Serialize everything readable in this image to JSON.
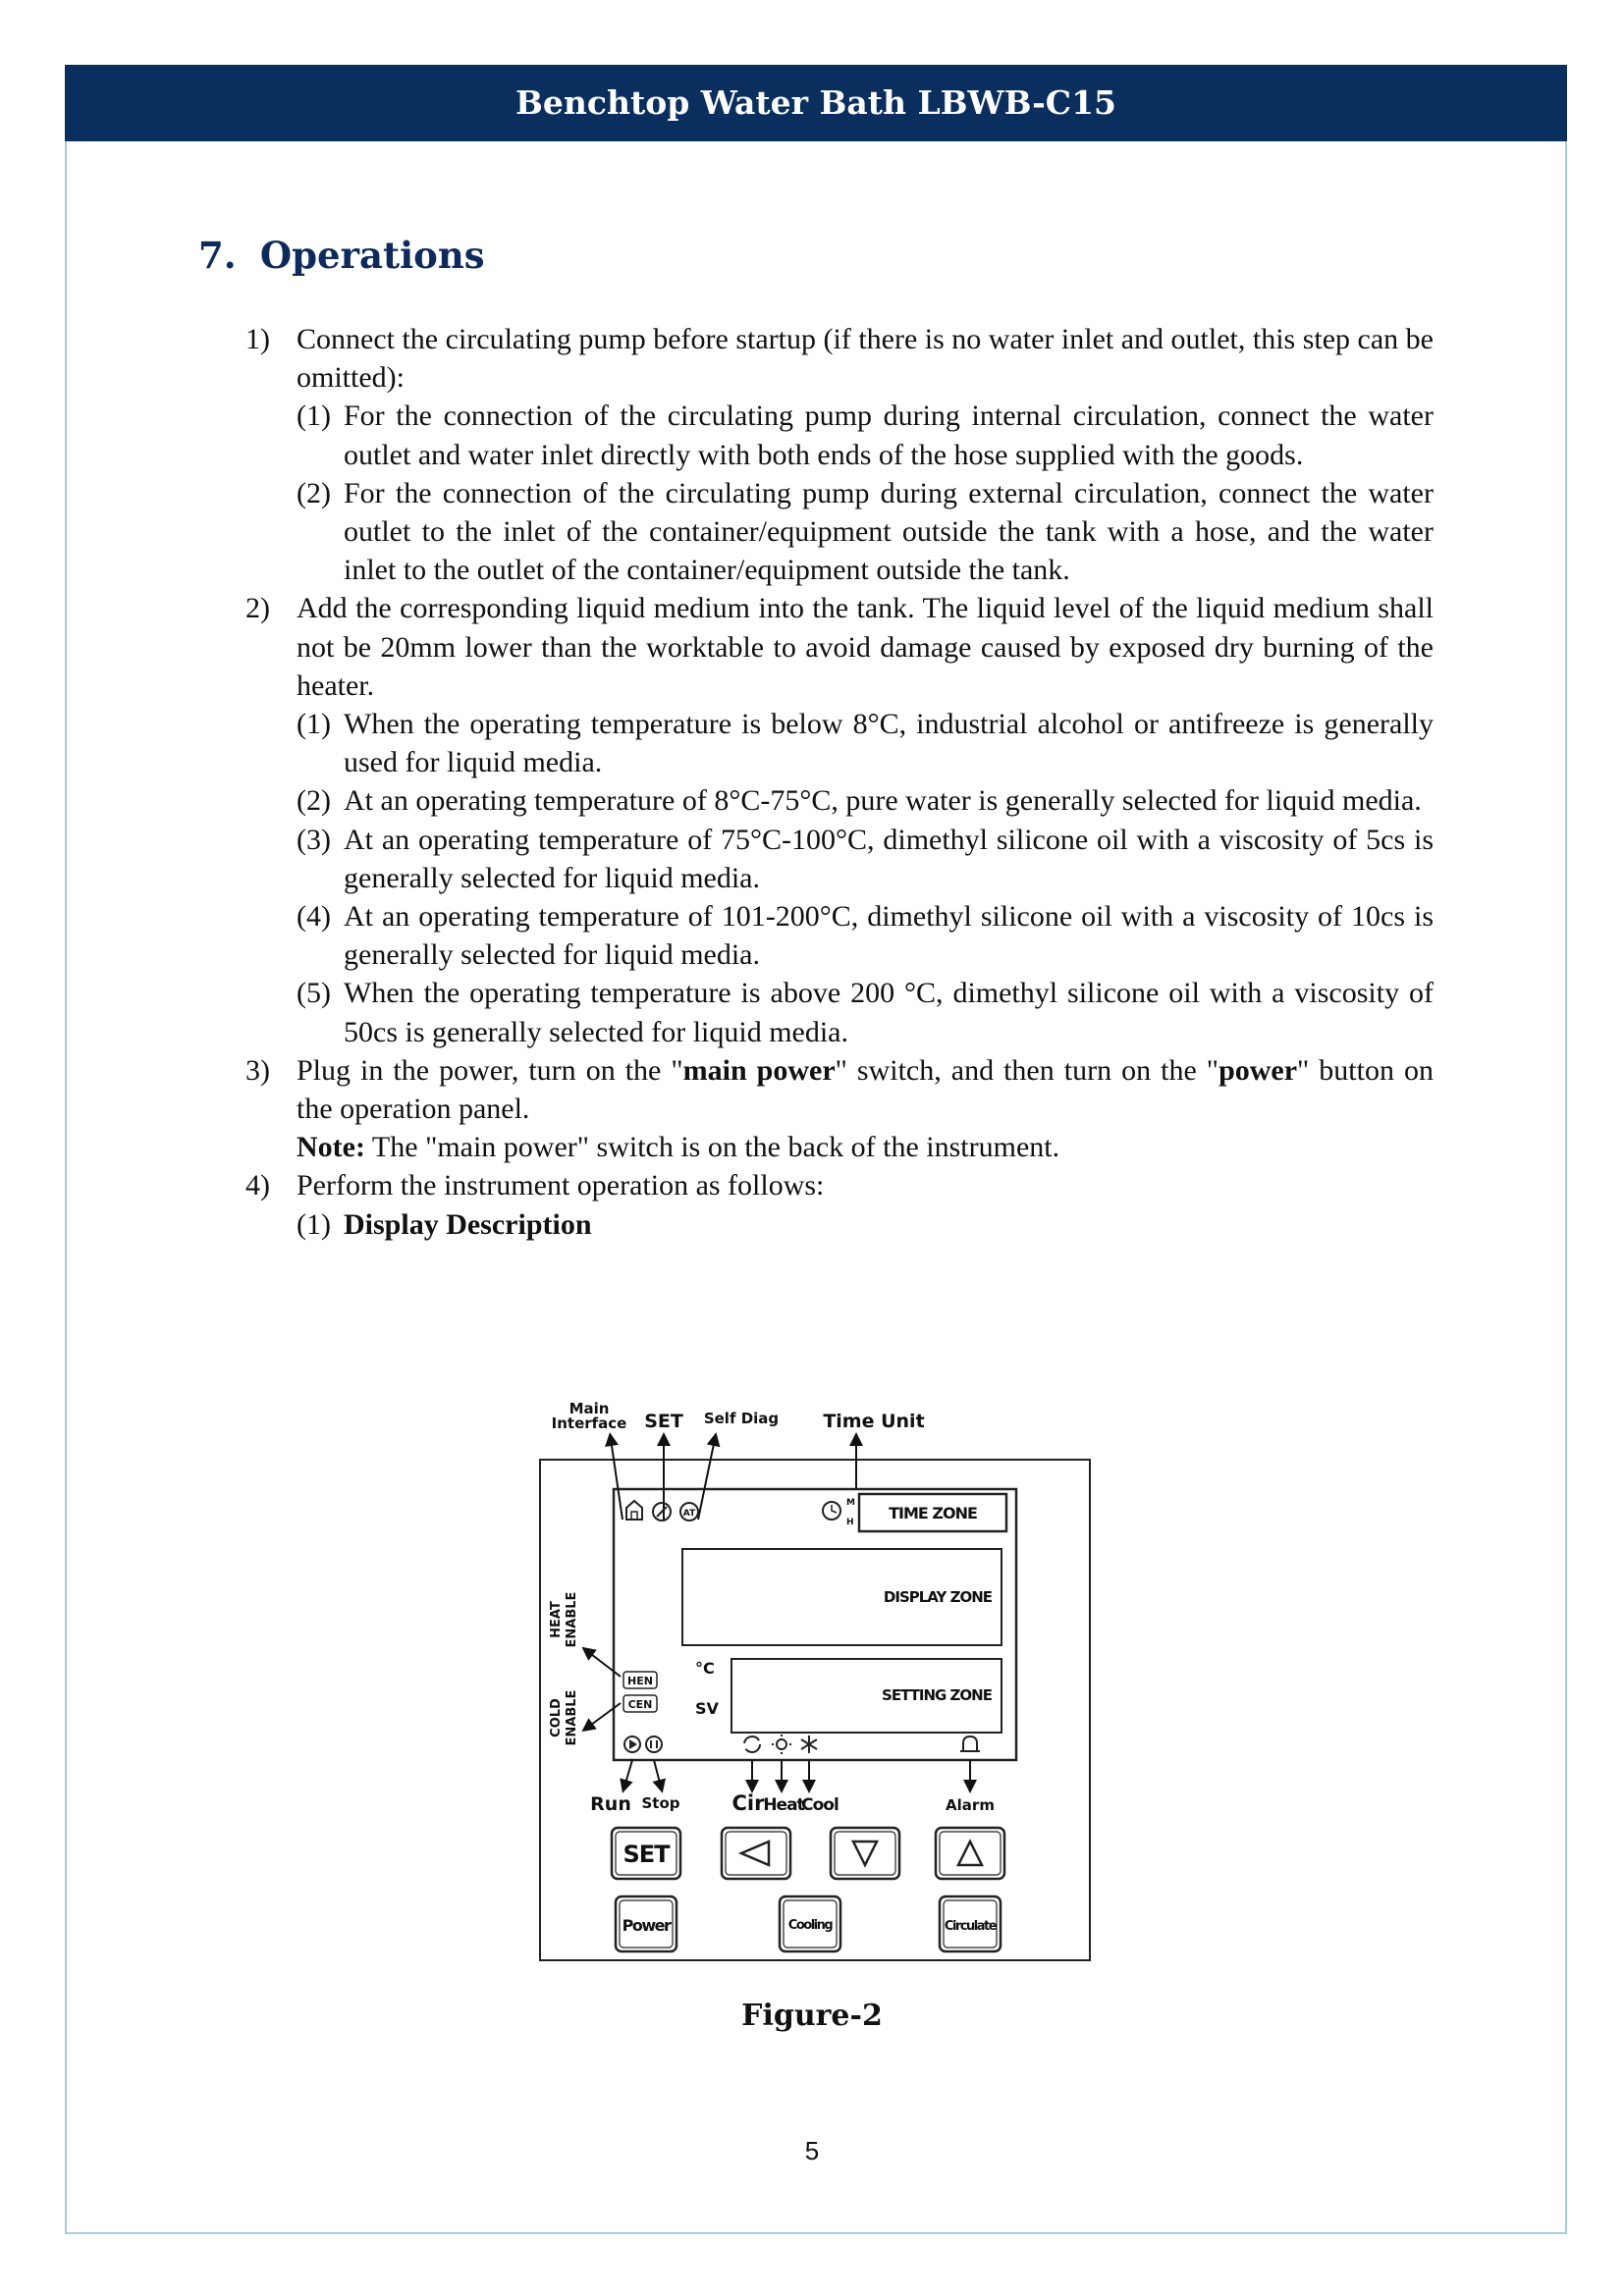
{
  "header": {
    "title": "Benchtop Water Bath LBWB-C15"
  },
  "section": {
    "number": "7.",
    "title": "Operations"
  },
  "steps": {
    "s1": {
      "marker": "1)",
      "text": "Connect the circulating pump before startup (if there is no water inlet and outlet, this step can be omitted):",
      "subs": [
        {
          "marker": "(1)",
          "text": "For the connection of the circulating pump during internal circulation, connect the water outlet and water inlet directly with both ends of the hose supplied with the goods."
        },
        {
          "marker": "(2)",
          "text": "For the connection of the circulating pump during external circulation, connect the water outlet to the inlet of the container/equipment outside the tank with a hose, and the water inlet to the outlet of the container/equipment outside the tank."
        }
      ]
    },
    "s2": {
      "marker": "2)",
      "text": "Add the corresponding liquid medium into the tank. The liquid level of the liquid medium shall not be 20mm lower than the worktable to avoid damage caused by exposed dry burning of the heater.",
      "subs": [
        {
          "marker": "(1)",
          "text": "When the operating temperature is below 8°C, industrial alcohol or antifreeze is generally used for liquid media."
        },
        {
          "marker": "(2)",
          "text": "At an operating temperature of 8°C-75°C, pure water is generally selected for liquid media."
        },
        {
          "marker": "(3)",
          "text": "At an operating temperature of 75°C-100°C, dimethyl silicone oil with a viscosity of 5cs is generally selected for liquid media."
        },
        {
          "marker": "(4)",
          "text": "At an operating temperature of 101-200°C, dimethyl silicone oil with a viscosity of 10cs is generally selected for liquid media."
        },
        {
          "marker": "(5)",
          "text": "When the operating temperature is above 200 °C, dimethyl silicone oil with a viscosity of 50cs is generally selected for liquid media."
        }
      ]
    },
    "s3": {
      "marker": "3)",
      "t1": "Plug in the power, turn on the \"",
      "b1": "main power",
      "t2": "\" switch, and then turn on the \"",
      "b2": "power",
      "t3": "\" button on the operation panel.",
      "note_label": "Note:",
      "note_text": " The \"main power\" switch is on the back of the instrument."
    },
    "s4": {
      "marker": "4)",
      "text": "Perform the instrument operation as follows:",
      "sub_marker": "(1)",
      "sub_title": "Display Description"
    }
  },
  "figure": {
    "labels": {
      "main": "Main",
      "interface": "Interface",
      "set": "SET",
      "self_diag": "Self Diag",
      "time_unit": "Time Unit",
      "heat_enable_1": "HEAT",
      "heat_enable_2": "ENABLE",
      "cold_enable_1": "COLD",
      "cold_enable_2": "ENABLE",
      "run": "Run",
      "stop": "Stop",
      "cir": "Cir",
      "heat": "Heat",
      "cool": "Cool",
      "alarm": "Alarm"
    },
    "zones": {
      "time": "TIME ZONE",
      "display": "DISPLAY ZONE",
      "setting": "SETTING ZONE"
    },
    "panel_text": {
      "at": "AT",
      "m": "M",
      "h": "H",
      "hen": "HEN",
      "cen": "CEN",
      "celsius": "°C",
      "sv": "SV"
    },
    "buttons": {
      "set": "SET",
      "power": "Power",
      "cooling": "Cooling",
      "circulate": "Circulate"
    }
  },
  "caption": "Figure-2",
  "page_number": "5"
}
